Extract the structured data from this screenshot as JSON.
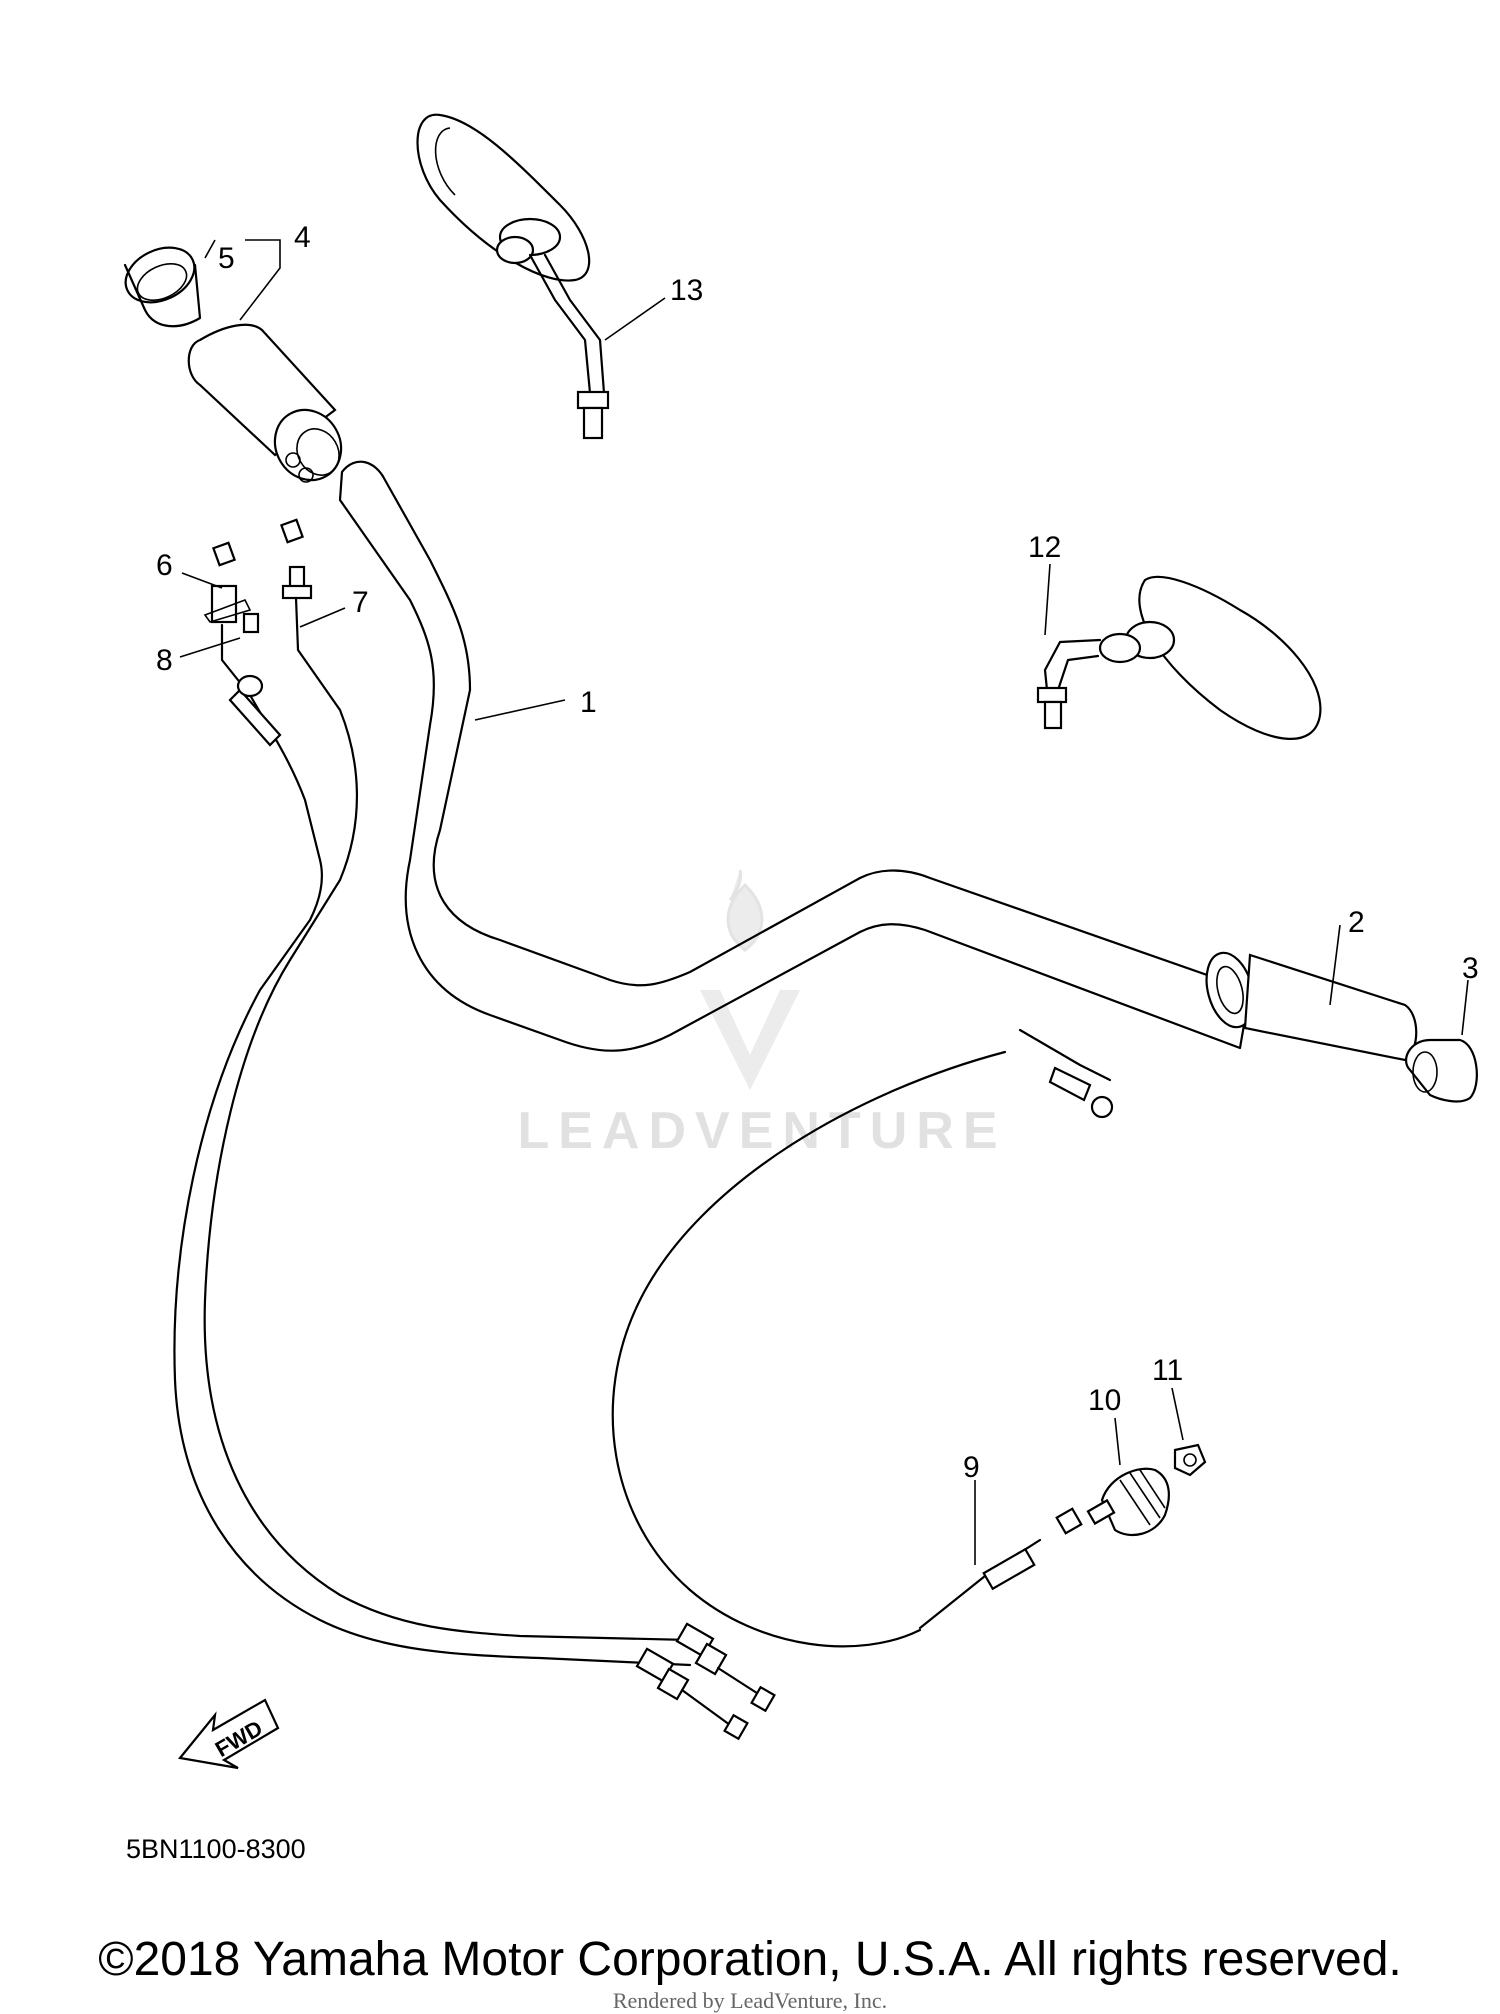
{
  "diagram": {
    "parts": [
      {
        "number": "1"
      },
      {
        "number": "2"
      },
      {
        "number": "3"
      },
      {
        "number": "4"
      },
      {
        "number": "5"
      },
      {
        "number": "6"
      },
      {
        "number": "7"
      },
      {
        "number": "8"
      },
      {
        "number": "9"
      },
      {
        "number": "10"
      },
      {
        "number": "11"
      },
      {
        "number": "12"
      },
      {
        "number": "13"
      }
    ],
    "code": "5BN1100-8300",
    "fwd_label": "FWD"
  },
  "watermark": {
    "text": "LEADVENTURE"
  },
  "footer": {
    "copyright": "©2018 Yamaha Motor Corporation, U.S.A. All rights reserved.",
    "rendered_by": "Rendered by LeadVenture, Inc."
  }
}
